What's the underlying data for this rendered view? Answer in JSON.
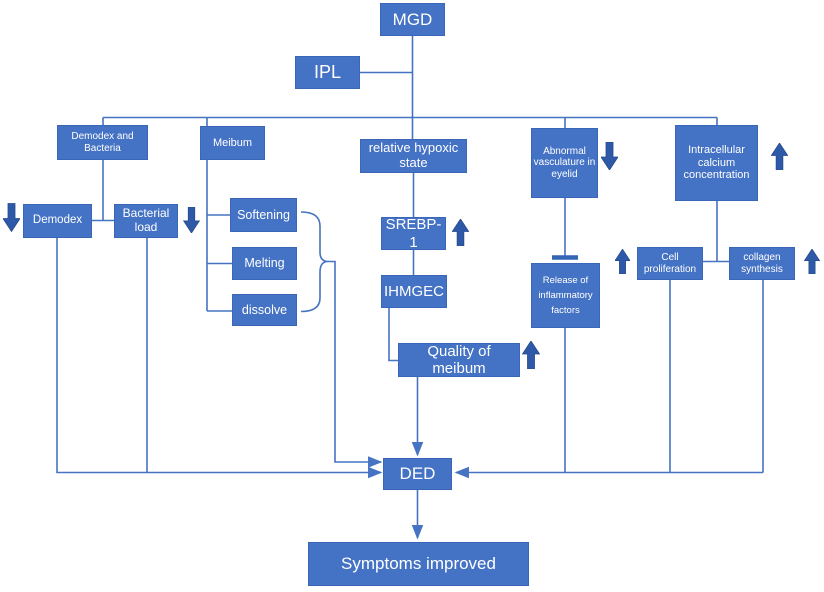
{
  "figure": {
    "background": "#ffffff",
    "colors": {
      "node_fill": "#4472c4",
      "node_border": "#3a66b8",
      "node_text": "#ffffff",
      "connector": "#4673c2",
      "block_arrow": "#2e59a8"
    },
    "nodes": {
      "mgd": "MGD",
      "ipl": "IPL",
      "demodex_bacteria": "Demodex and\nBacteria",
      "meibum": "Meibum",
      "hypoxic_state": "relative hypoxic\nstate",
      "abnormal_vasculature": "Abnormal\nvasculature in\neyelid",
      "intracellular_calcium": "Intracellular\ncalcium\nconcentration",
      "demodex": "Demodex",
      "bacterial_load": "Bacterial\nload",
      "softening": "Softening",
      "melting": "Melting",
      "dissolve": "dissolve",
      "srebp1": "SREBP-1",
      "ihmgec": "IHMGEC",
      "quality_of_meibum": "Quality of meibum",
      "release_inflammatory": "Release of\ninflammatory\nfactors",
      "cell_proliferation": "Cell\nproliferation",
      "collagen_synthesis": "collagen\nsynthesis",
      "ded": "DED",
      "symptoms_improved": "Symptoms improved"
    },
    "indicators": [
      {
        "node": "Demodex",
        "direction": "down"
      },
      {
        "node": "Bacterial load",
        "direction": "down"
      },
      {
        "node": "Abnormal vasculature in eyelid",
        "direction": "down"
      },
      {
        "node": "SREBP-1",
        "direction": "up"
      },
      {
        "node": "Quality of meibum",
        "direction": "up"
      },
      {
        "node": "Cell proliferation",
        "direction": "up"
      },
      {
        "node": "collagen synthesis",
        "direction": "up"
      },
      {
        "node": "Intracellular calcium concentration",
        "direction": "up"
      }
    ]
  }
}
